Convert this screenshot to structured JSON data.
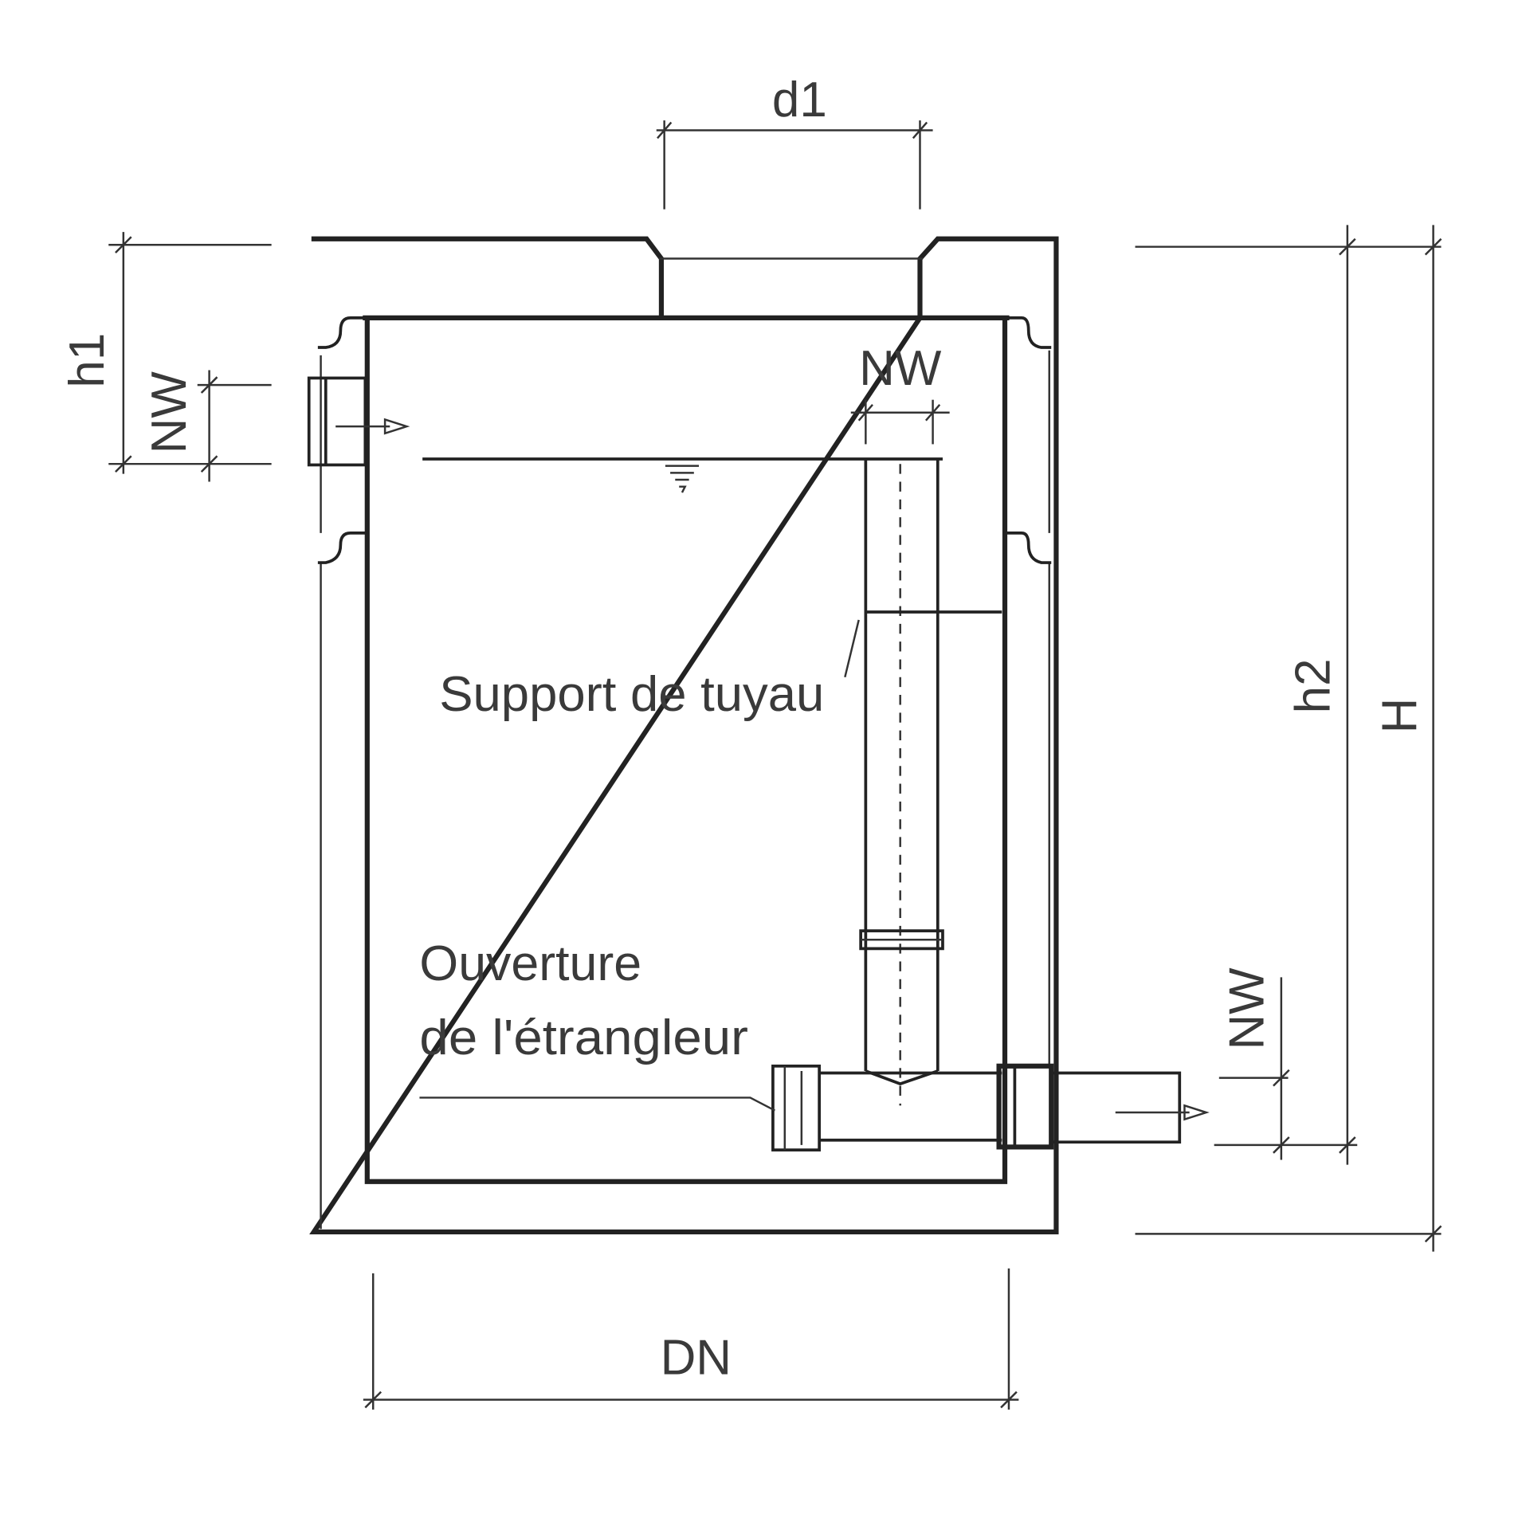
{
  "diagram": {
    "labels": {
      "d1": "d1",
      "h1": "h1",
      "h2": "h2",
      "H": "H",
      "DN": "DN",
      "nw_top": "NW",
      "nw_left": "NW",
      "nw_right": "NW",
      "support": "Support de tuyau",
      "opening_line1": "Ouverture",
      "opening_line2": "de l'étrangleur"
    },
    "colors": {
      "line": "#222222",
      "text": "#3a3a3a"
    }
  }
}
